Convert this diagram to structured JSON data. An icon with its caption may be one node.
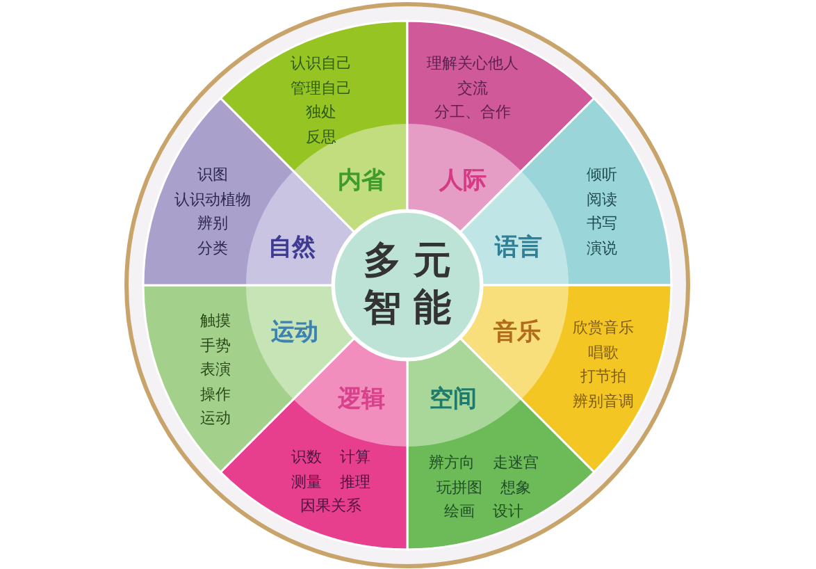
{
  "diagram": {
    "nodes": [
      {
        "text": [
          "多元智能"
        ]
      },
      {
        "text": [
          "认识自己",
          "管理自己",
          "独处",
          "反思",
          "内省"
        ]
      },
      {
        "text": [
          "理解关心他人",
          "交流",
          "分工、合作",
          "人际"
        ]
      },
      {
        "text": [
          "语言",
          "倾听",
          "阅读",
          "书写",
          "演说"
        ]
      },
      {
        "text": [
          "音乐",
          "欣赏音乐",
          "唱歌",
          "打节拍",
          "辨别音调"
        ]
      },
      {
        "text": [
          "空间",
          "辨方向",
          "走迷宫",
          "玩拼图",
          "想象",
          "绘画",
          "设计"
        ]
      },
      {
        "text": [
          "逻辑",
          "识数",
          "计算",
          "测量",
          "推理",
          "因果关系"
        ]
      },
      {
        "text": [
          "运动",
          "触摸",
          "手势",
          "表演",
          "操作",
          "运动"
        ]
      },
      {
        "text": [
          "自然",
          "识图",
          "认识动植物",
          "辨别",
          "分类"
        ]
      }
    ]
  }
}
